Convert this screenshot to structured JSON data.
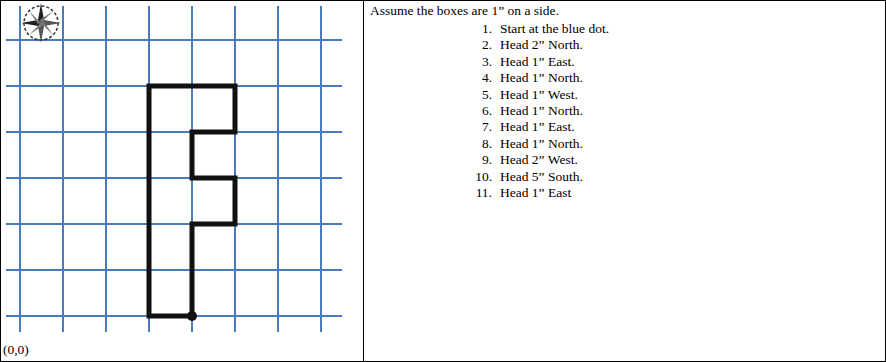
{
  "diagram": {
    "labels": [
      "(0,0)",
      "Assume the boxes are 1” on a side.",
      "1.",
      "Start at the blue dot.",
      "2.",
      "Head 2” North.",
      "3.",
      "Head 1” East.",
      "4.",
      "Head 1” North.",
      "5.",
      "Head 1” West.",
      "6.",
      "Head 1” North.",
      "7.",
      "Head 1” East.",
      "8.",
      "Head 1” North.",
      "9.",
      "Head 2” West.",
      "10.",
      "Head 5” South.",
      "11.",
      "Head 1” East"
    ]
  }
}
